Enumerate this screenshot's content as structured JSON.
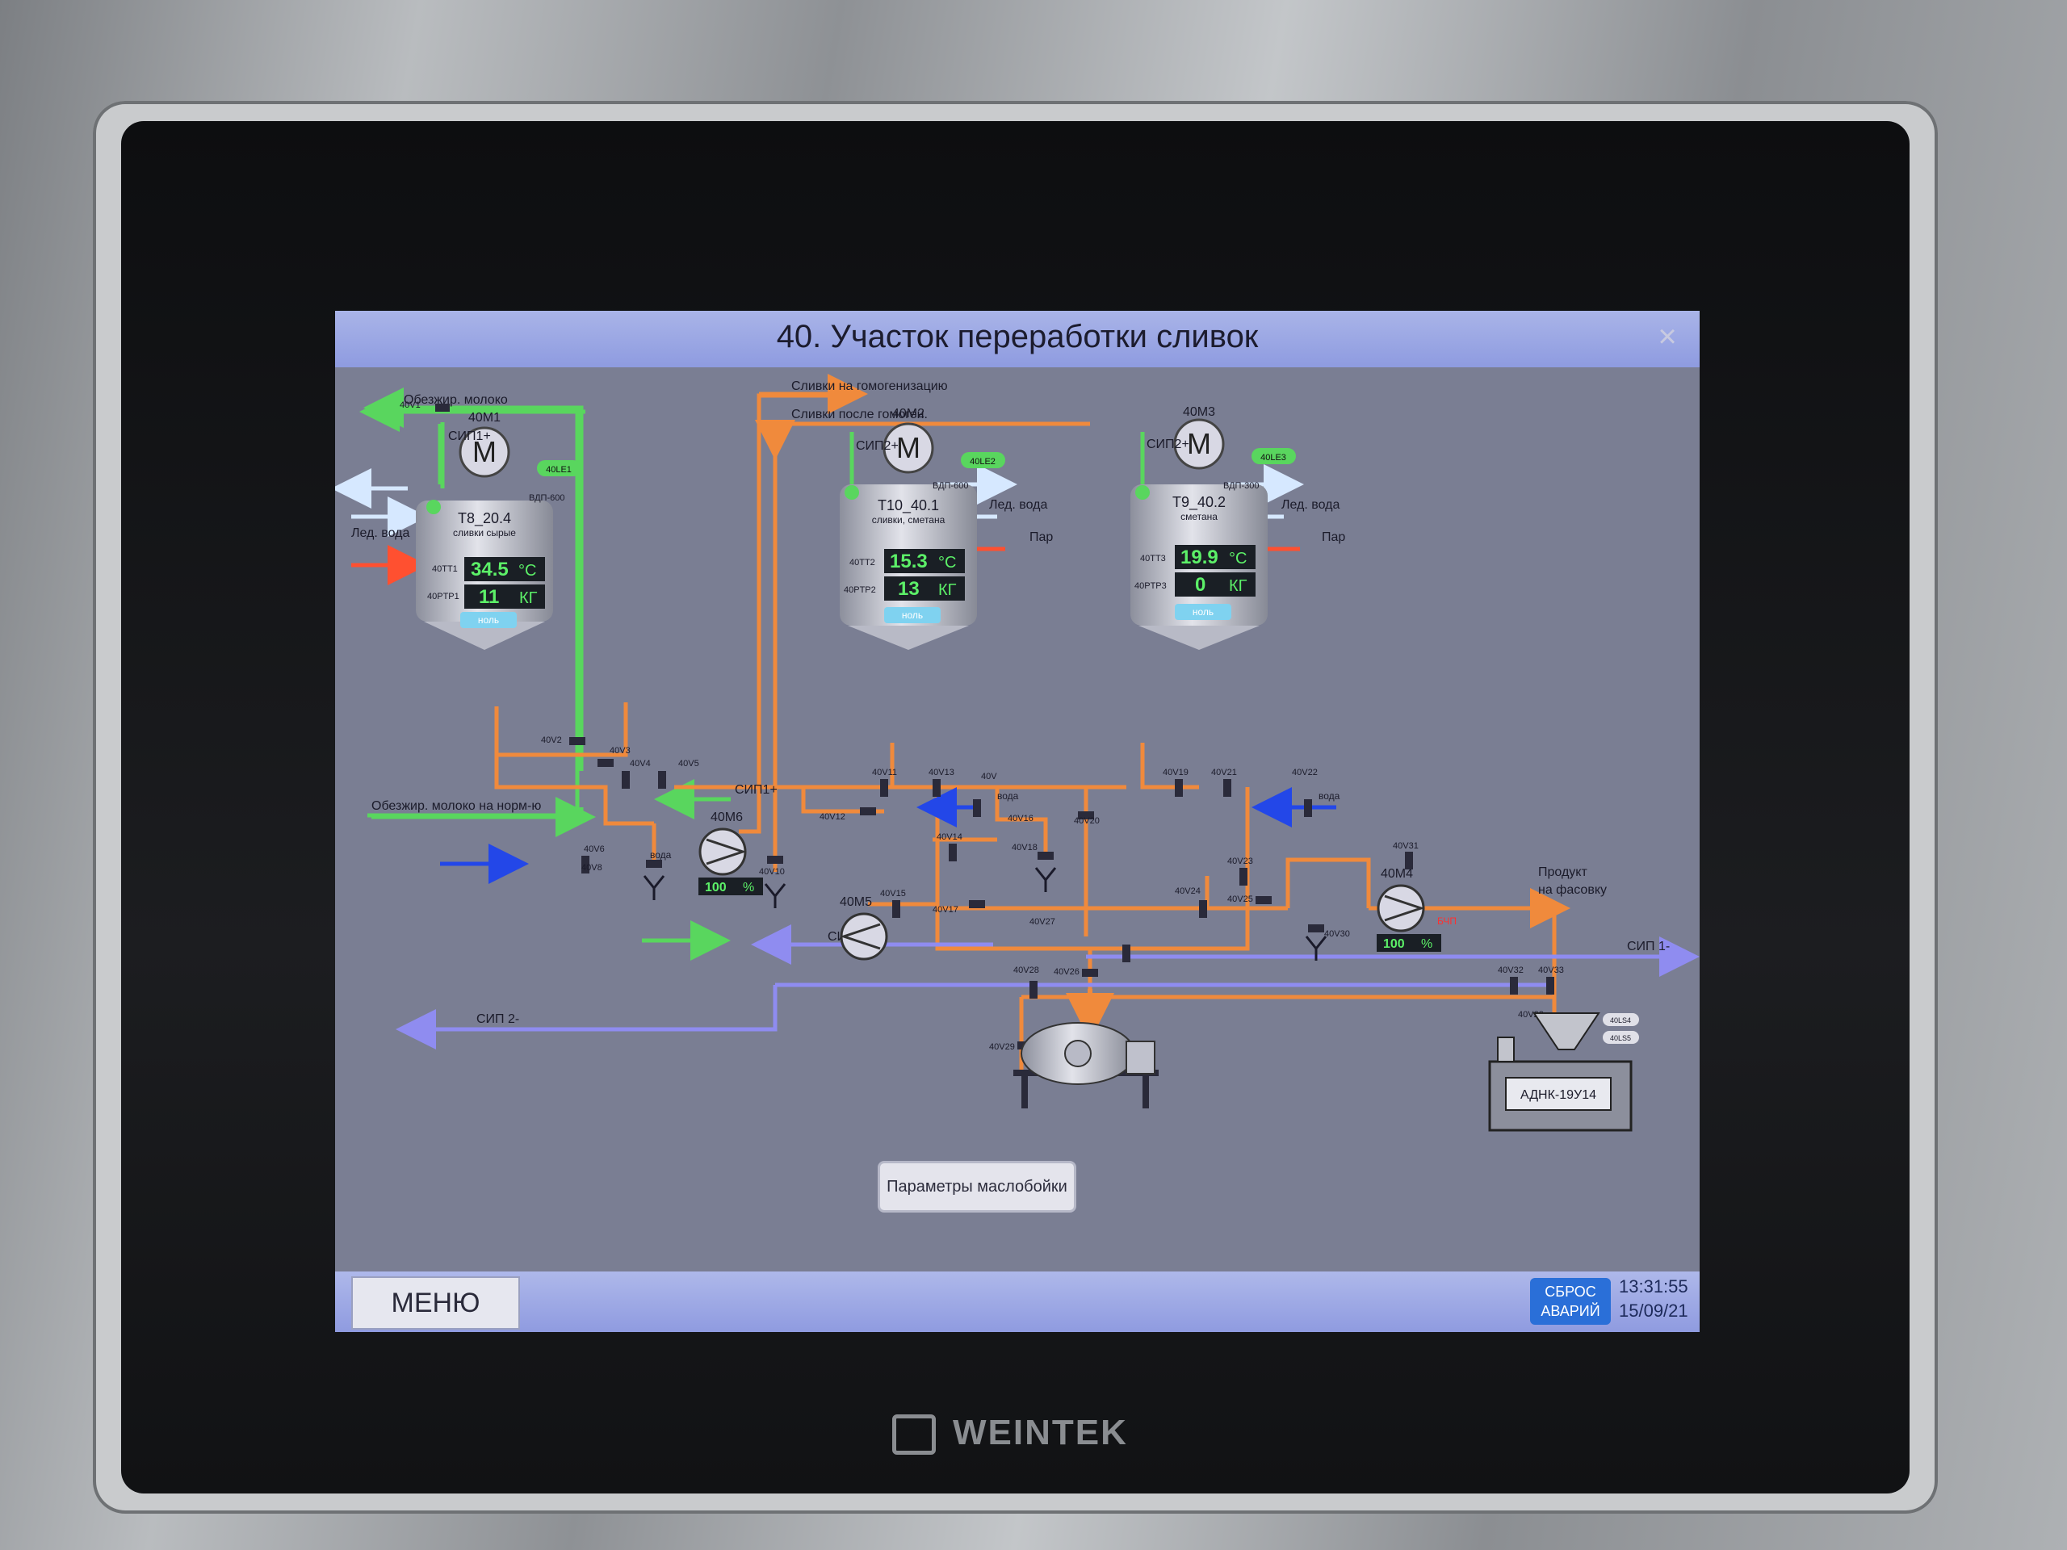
{
  "title": "40. Участок переработки сливок",
  "menu_label": "МЕНЮ",
  "reset_label_1": "СБРОС",
  "reset_label_2": "АВАРИЙ",
  "clock": {
    "time": "13:31:55",
    "date": "15/09/21"
  },
  "brand": "WEINTEK",
  "params_button": "Параметры маслобойки",
  "lines": {
    "skim_out": "Обезжир. молоко",
    "cream_homog": "Сливки на гомогенизацию",
    "cream_after_homog": "Сливки после гомоген.",
    "skim_norm": "Обезжир. молоко на норм-ю",
    "product": "Продукт",
    "product2": "на фасовку",
    "sip1_minus": "СИП 1-",
    "sip2_minus": "СИП 2-",
    "sip1_plus_a": "СИП1+",
    "sip1_plus_b": "СИП1+",
    "sip2_plus_a": "СИП2+",
    "sip2_plus_b": "СИП2+",
    "sip2_plus_c": "СИП2+"
  },
  "tanks": [
    {
      "motor_tag": "40M1",
      "motor": "M",
      "name": "T8_20.4",
      "desc": "сливки сырые",
      "model": "ВДП-600",
      "temp_tag": "40TT1",
      "temp": "34.5",
      "temp_unit": "°С",
      "level_tag": "40PTP1",
      "level": "11",
      "level_unit": "КГ",
      "status": "ноль",
      "badge": "40LE1",
      "water": "Лед. вода",
      "steam": ""
    },
    {
      "motor_tag": "40M2",
      "motor": "M",
      "name": "T10_40.1",
      "desc": "сливки, сметана",
      "model": "ВДП-600",
      "temp_tag": "40TT2",
      "temp": "15.3",
      "temp_unit": "°С",
      "level_tag": "40PTP2",
      "level": "13",
      "level_unit": "КГ",
      "status": "ноль",
      "badge": "40LE2",
      "water": "Лед. вода",
      "steam": "Пар"
    },
    {
      "motor_tag": "40M3",
      "motor": "M",
      "name": "T9_40.2",
      "desc": "сметана",
      "model": "ВДП-300",
      "temp_tag": "40TT3",
      "temp": "19.9",
      "temp_unit": "°С",
      "level_tag": "40PTP3",
      "level": "0",
      "level_unit": "КГ",
      "status": "ноль",
      "badge": "40LE3",
      "water": "Лед. вода",
      "steam": "Пар"
    }
  ],
  "pumps": {
    "p6": {
      "tag": "40M6",
      "value": "100",
      "unit": "%"
    },
    "p4": {
      "tag": "40M4",
      "value": "100",
      "unit": "%",
      "alarm": "БЧП"
    },
    "p5": {
      "tag": "40M5"
    }
  },
  "water_labels": {
    "w1": "вода",
    "w2": "вода",
    "w3": "вода"
  },
  "packer": "АДНК-19У14",
  "packer_tags": {
    "a": "40LS4",
    "b": "40LS5"
  },
  "valves": [
    "40V1",
    "40V2",
    "40V3",
    "40V4",
    "40V5",
    "40V6",
    "40V8",
    "40V10",
    "40V11",
    "40V12",
    "40V13",
    "40V",
    "40V14",
    "40V15",
    "40V16",
    "40V17",
    "40V18",
    "40V19",
    "40V20",
    "40V21",
    "40V22",
    "40V23",
    "40V24",
    "40V25",
    "40V26",
    "40V27",
    "40V28",
    "40V29",
    "40V30",
    "40V31",
    "40V32",
    "40V33",
    "40V22"
  ],
  "colors": {
    "orange": "#f08a3c",
    "green": "#59d65e",
    "blue": "#2347e8",
    "lilac": "#8f8cf0",
    "screen": "#7a7e93",
    "title_bar": "#98a4e4"
  }
}
